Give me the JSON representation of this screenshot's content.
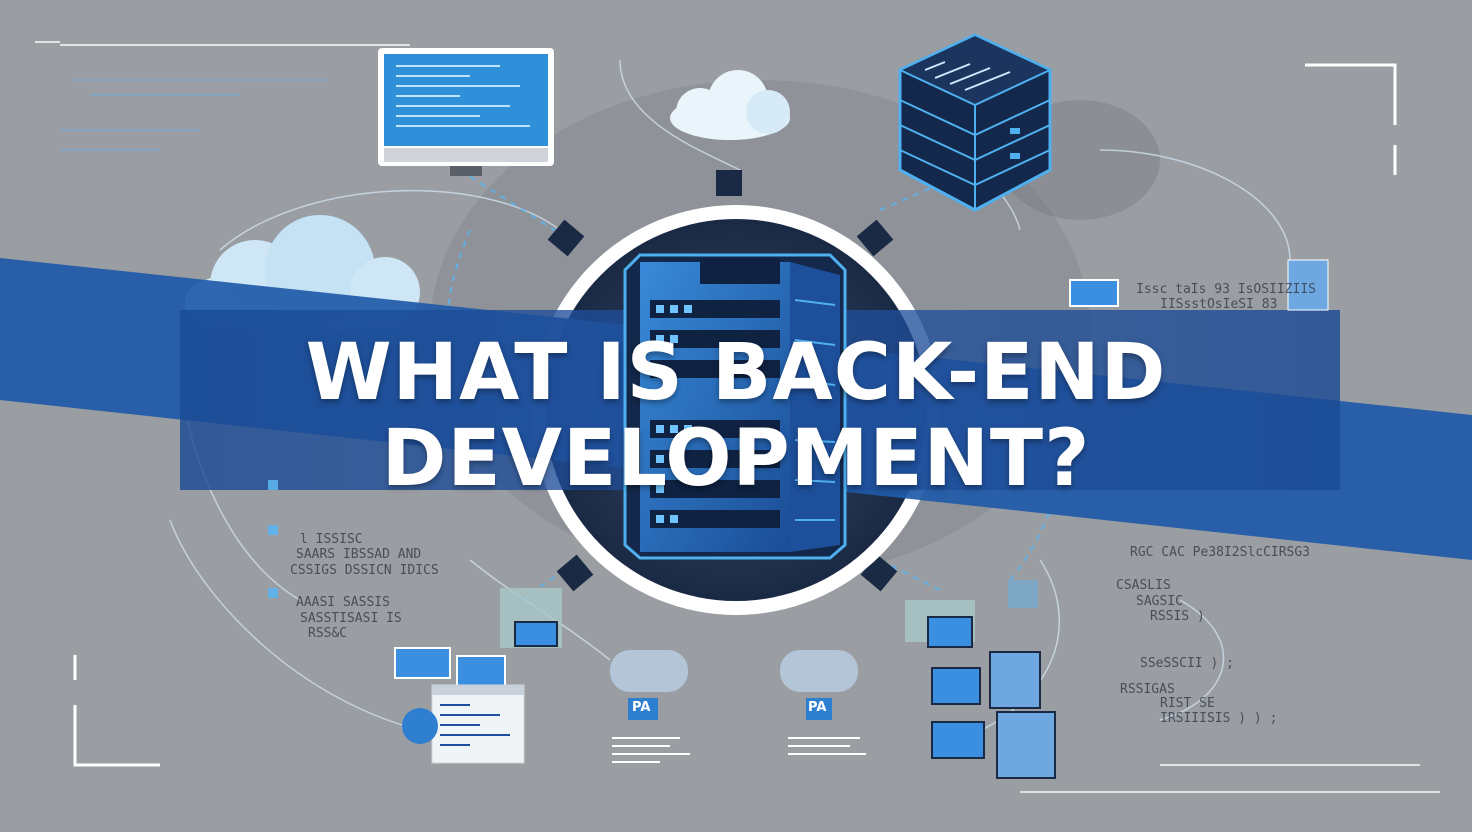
{
  "title": {
    "line1": "WHAT IS  BACK-END",
    "line2": "DEVELOPMENT?"
  },
  "labels": {
    "node_left": "PA",
    "node_right": "PA"
  },
  "code_snippets": {
    "left_1": "l ISSISC",
    "left_2": "SAARS IBSSAD AND",
    "left_3": "CSSIGS DSSICN IDICS",
    "left_4": "AAASI SASSIS",
    "left_5": "SASSTISASI IS",
    "left_6": "RSS&C",
    "right_1": "Issc taIs 93 IsOSIIZIIS",
    "right_2": "IISsstOsIeSI 83",
    "right_3": "RGC CAC Pe38I2SlcCIRSG3",
    "right_4": "CSASLIS",
    "right_5": "SAGSIC",
    "right_6": "RSSIS )",
    "right_7": "SSeSSCII ) ;",
    "right_8": "RSSIGAS",
    "right_9": "RIST SE",
    "right_10": "IRSIIISIS ) ) ;"
  },
  "colors": {
    "background": "#9a9ea3",
    "banner": "#1d4f9a",
    "accent": "#3aa3e8",
    "dark_navy": "#1a2a45"
  },
  "icons": [
    "monitor-icon",
    "cloud-icon",
    "server-stack-icon",
    "server-rack-icon",
    "window-icon",
    "code-icon"
  ]
}
